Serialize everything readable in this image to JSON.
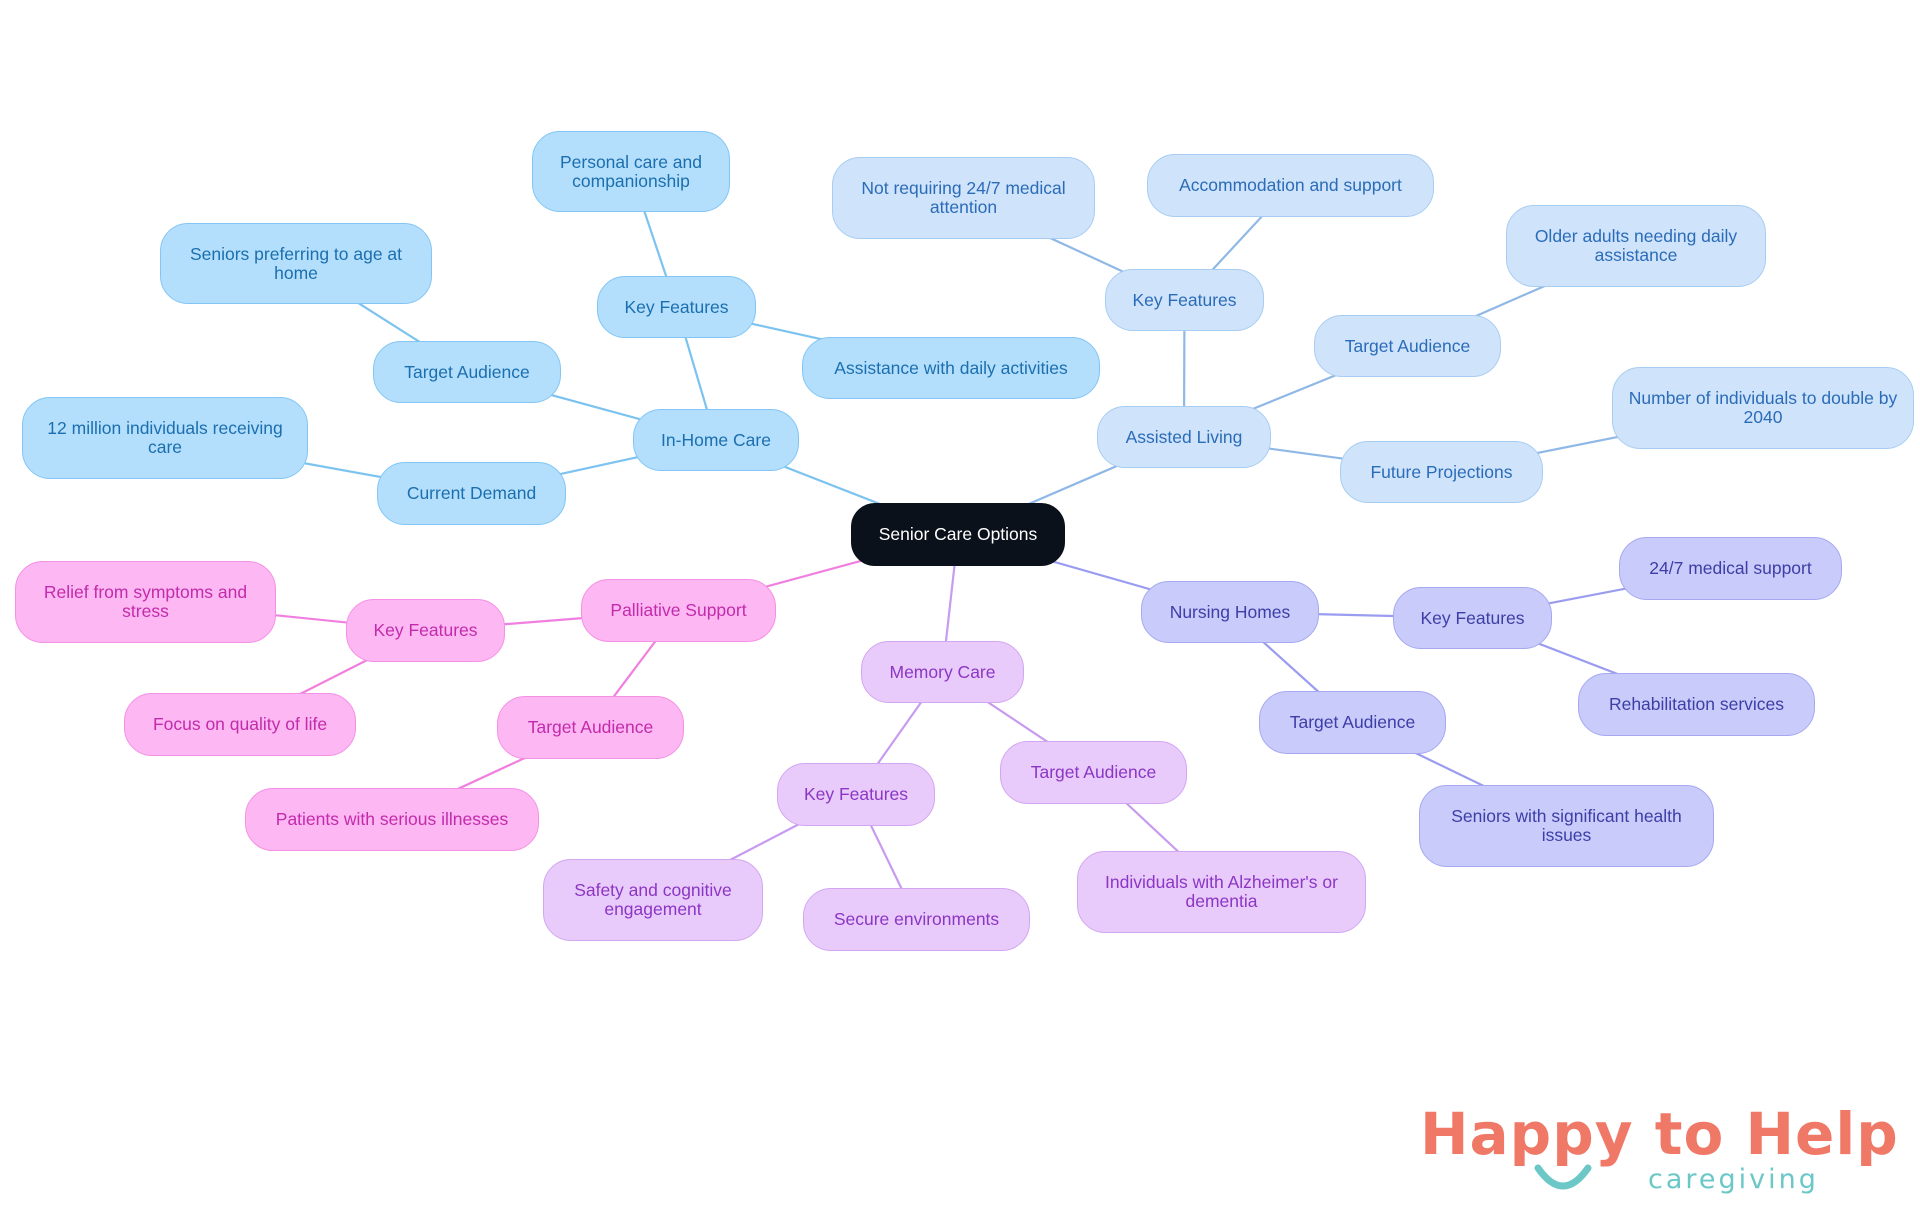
{
  "mindmap": {
    "root": "Senior Care Options",
    "colors": {
      "inhome_edge": "#7cc3ef",
      "assisted_edge": "#8fb8e6",
      "nursing_edge": "#9a9cf0",
      "memory_edge": "#c89af0",
      "palliative_edge": "#f07fe0"
    },
    "in_home_care": {
      "label": "In-Home Care",
      "key_features": {
        "label": "Key Features",
        "items": [
          "Personal care and companionship",
          "Assistance with daily activities"
        ]
      },
      "target_audience": {
        "label": "Target Audience",
        "items": [
          "Seniors preferring to age at home"
        ]
      },
      "current_demand": {
        "label": "Current Demand",
        "items": [
          "12 million individuals receiving care"
        ]
      }
    },
    "assisted_living": {
      "label": "Assisted Living",
      "key_features": {
        "label": "Key Features",
        "items": [
          "Not requiring 24/7 medical attention",
          "Accommodation and support"
        ]
      },
      "target_audience": {
        "label": "Target Audience",
        "items": [
          "Older adults needing daily assistance"
        ]
      },
      "future_projections": {
        "label": "Future Projections",
        "items": [
          "Number of individuals to double by 2040"
        ]
      }
    },
    "nursing_homes": {
      "label": "Nursing Homes",
      "key_features": {
        "label": "Key Features",
        "items": [
          "24/7 medical support",
          "Rehabilitation services"
        ]
      },
      "target_audience": {
        "label": "Target Audience",
        "items": [
          "Seniors with significant health issues"
        ]
      }
    },
    "memory_care": {
      "label": "Memory Care",
      "key_features": {
        "label": "Key Features",
        "items": [
          "Safety and cognitive engagement",
          "Secure environments"
        ]
      },
      "target_audience": {
        "label": "Target Audience",
        "items": [
          "Individuals with Alzheimer's or dementia"
        ]
      }
    },
    "palliative_support": {
      "label": "Palliative Support",
      "key_features": {
        "label": "Key Features",
        "items": [
          "Relief from symptoms and stress",
          "Focus on quality of life"
        ]
      },
      "target_audience": {
        "label": "Target Audience",
        "items": [
          "Patients with serious illnesses"
        ]
      }
    }
  },
  "logo": {
    "text_main": "Happy to Help",
    "text_sub": "caregiving",
    "primary_color": "#f07866",
    "accent_color": "#6cc7c7"
  }
}
